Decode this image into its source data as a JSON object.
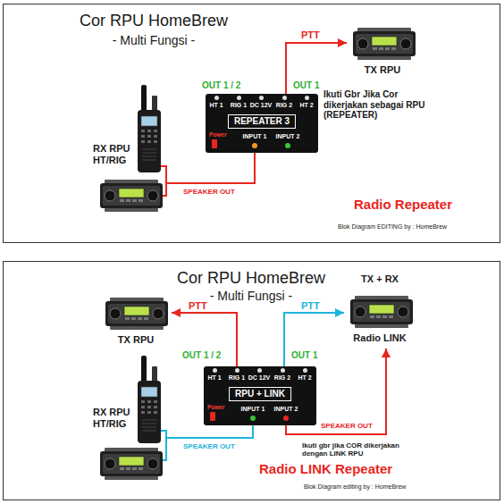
{
  "diagram": {
    "nodes": [
      {
        "text": [
          "Cor RPU HomeBrew",
          "- Multi Fungsi -"
        ]
      },
      {
        "text": [
          "TX RPU"
        ],
        "in": 0
      },
      {
        "text": [
          "HT 1",
          "RIG 1",
          "DC 12V",
          "RIG 2",
          "HT 2",
          "REPEATER 3",
          "Power",
          "INPUT 1",
          "INPUT 2"
        ],
        "in": 0
      },
      {
        "text": [
          "RX RPU HT/RIG"
        ],
        "in": 0
      },
      {
        "text": [
          "Cor RPU HomeBrew",
          "- Multi Fungsi -"
        ]
      },
      {
        "text": [
          "TX + RX",
          "Radio LINK"
        ],
        "in": 4
      },
      {
        "text": [
          "TX RPU"
        ],
        "in": 4
      },
      {
        "text": [
          "HT 1",
          "RIG 1",
          "DC 12V",
          "RIG 2",
          "HT 2",
          "RPU + LINK",
          "Power",
          "INPUT 1",
          "INPUT 2"
        ],
        "in": 4
      },
      {
        "text": [
          "RX RPU HT/RIG"
        ],
        "in": 4
      }
    ],
    "edges": [
      {
        "from": 2,
        "to": 1,
        "arrow": "to",
        "label": "PTT"
      },
      {
        "from": 3,
        "to": 2,
        "arrow": "none",
        "label": "SPEAKER OUT"
      },
      {
        "from": 7,
        "to": 6,
        "arrow": "to",
        "label": "PTT"
      },
      {
        "from": 7,
        "to": 5,
        "arrow": "to",
        "label": "PTT"
      },
      {
        "from": 8,
        "to": 7,
        "arrow": "none",
        "label": "SPEAKER OUT"
      },
      {
        "from": 7,
        "to": 5,
        "arrow": "to",
        "label": "SPEAKER OUT"
      }
    ],
    "labels": [
      "OUT 1 / 2",
      "OUT 1",
      "Ikuti Gbr Jika Cor dikerjakan sebagai RPU (REPEATER)",
      "Radio Repeater",
      "Blok Diagram EDITING by : HomeBrew",
      "OUT 1 / 2",
      "OUT 1",
      "Ikuti gbr jika COR dikerjakan dengan LINK RPU",
      "Radio LINK Repeater",
      "Blok Diagram editing by : HomeBrew"
    ]
  }
}
